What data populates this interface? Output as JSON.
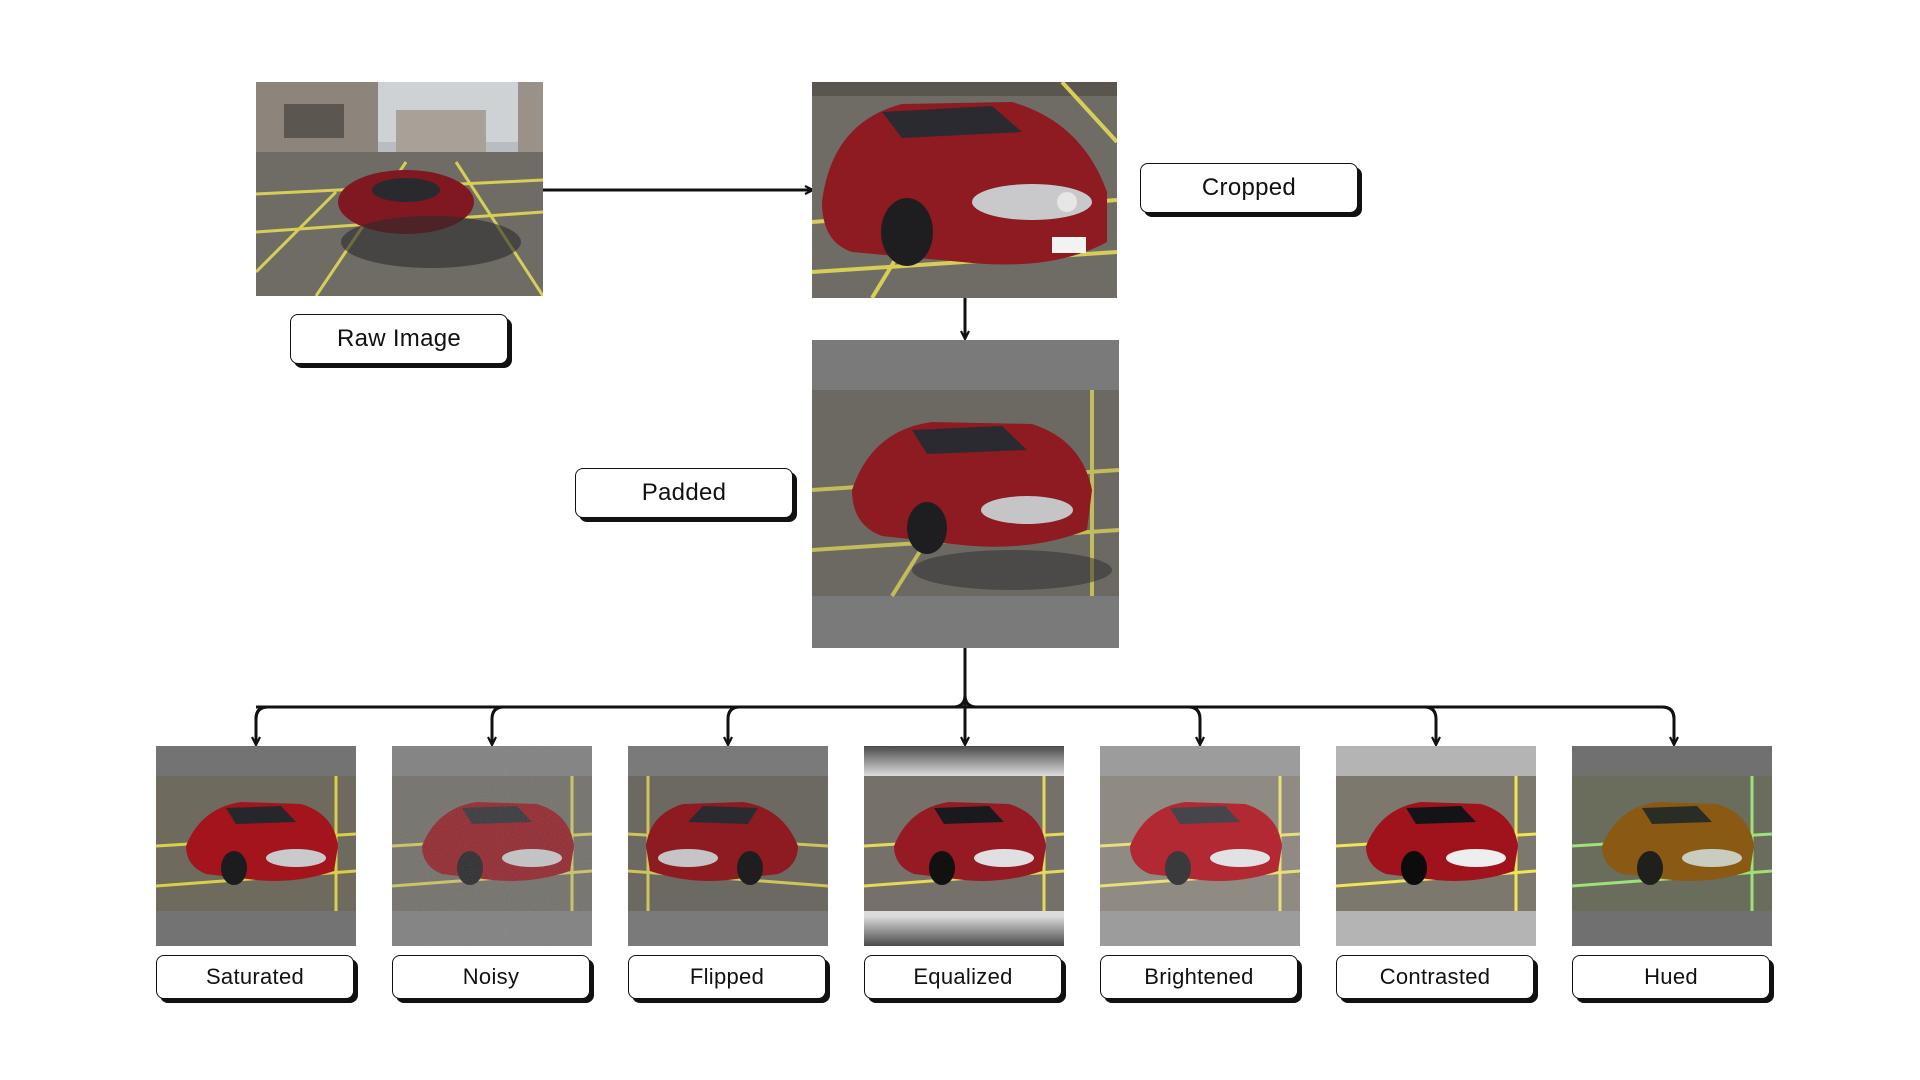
{
  "labels": {
    "raw": "Raw Image",
    "cropped": "Cropped",
    "padded": "Padded",
    "saturated": "Saturated",
    "noisy": "Noisy",
    "flipped": "Flipped",
    "equalized": "Equalized",
    "brightened": "Brightened",
    "contrasted": "Contrasted",
    "hued": "Hued"
  },
  "colors": {
    "car_red": "#8e1a22",
    "car_hued": "#8a5a14",
    "road": "#6b6860",
    "lane_yellow": "#d8d05a",
    "pad_gray": "#7a7a7a",
    "arrow": "#111111"
  }
}
